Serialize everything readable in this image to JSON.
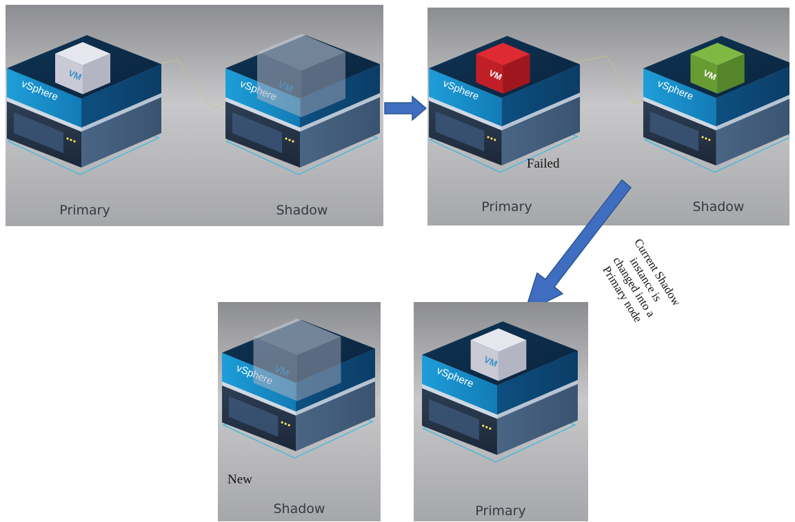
{
  "colors": {
    "panel_light": "#c9c9cb",
    "panel_dark": "#7d7e82",
    "host_top_blue": "#1a9ad6",
    "host_dark": "#0d2c49",
    "vm_white": "#e6e7ee",
    "vm_red": "#d0202a",
    "vm_green": "#6ca336",
    "arrow_blue": "#3f6ec1"
  },
  "panels": {
    "initial": {
      "left_node": {
        "vm_label": "VM",
        "host_label": "vSphere",
        "vm_state": "white"
      },
      "right_node": {
        "vm_label": "VM",
        "host_label": "vSphere",
        "vm_state": "ghost"
      },
      "left_caption": "Primary",
      "right_caption": "Shadow"
    },
    "failure": {
      "left_node": {
        "vm_label": "VM",
        "host_label": "vSphere",
        "vm_state": "red"
      },
      "right_node": {
        "vm_label": "VM",
        "host_label": "vSphere",
        "vm_state": "green"
      },
      "left_caption": "Primary",
      "right_caption": "Shadow",
      "failed_note": "Failed"
    },
    "new_shadow": {
      "node": {
        "vm_label": "VM",
        "host_label": "vSphere",
        "vm_state": "ghost"
      },
      "new_note": "New",
      "caption": "Shadow"
    },
    "new_primary": {
      "node": {
        "vm_label": "VM",
        "host_label": "vSphere",
        "vm_state": "white"
      },
      "caption": "Primary"
    }
  },
  "transition_note": [
    "Current Shadow",
    "instance is",
    "changed into a",
    "Primary node"
  ]
}
